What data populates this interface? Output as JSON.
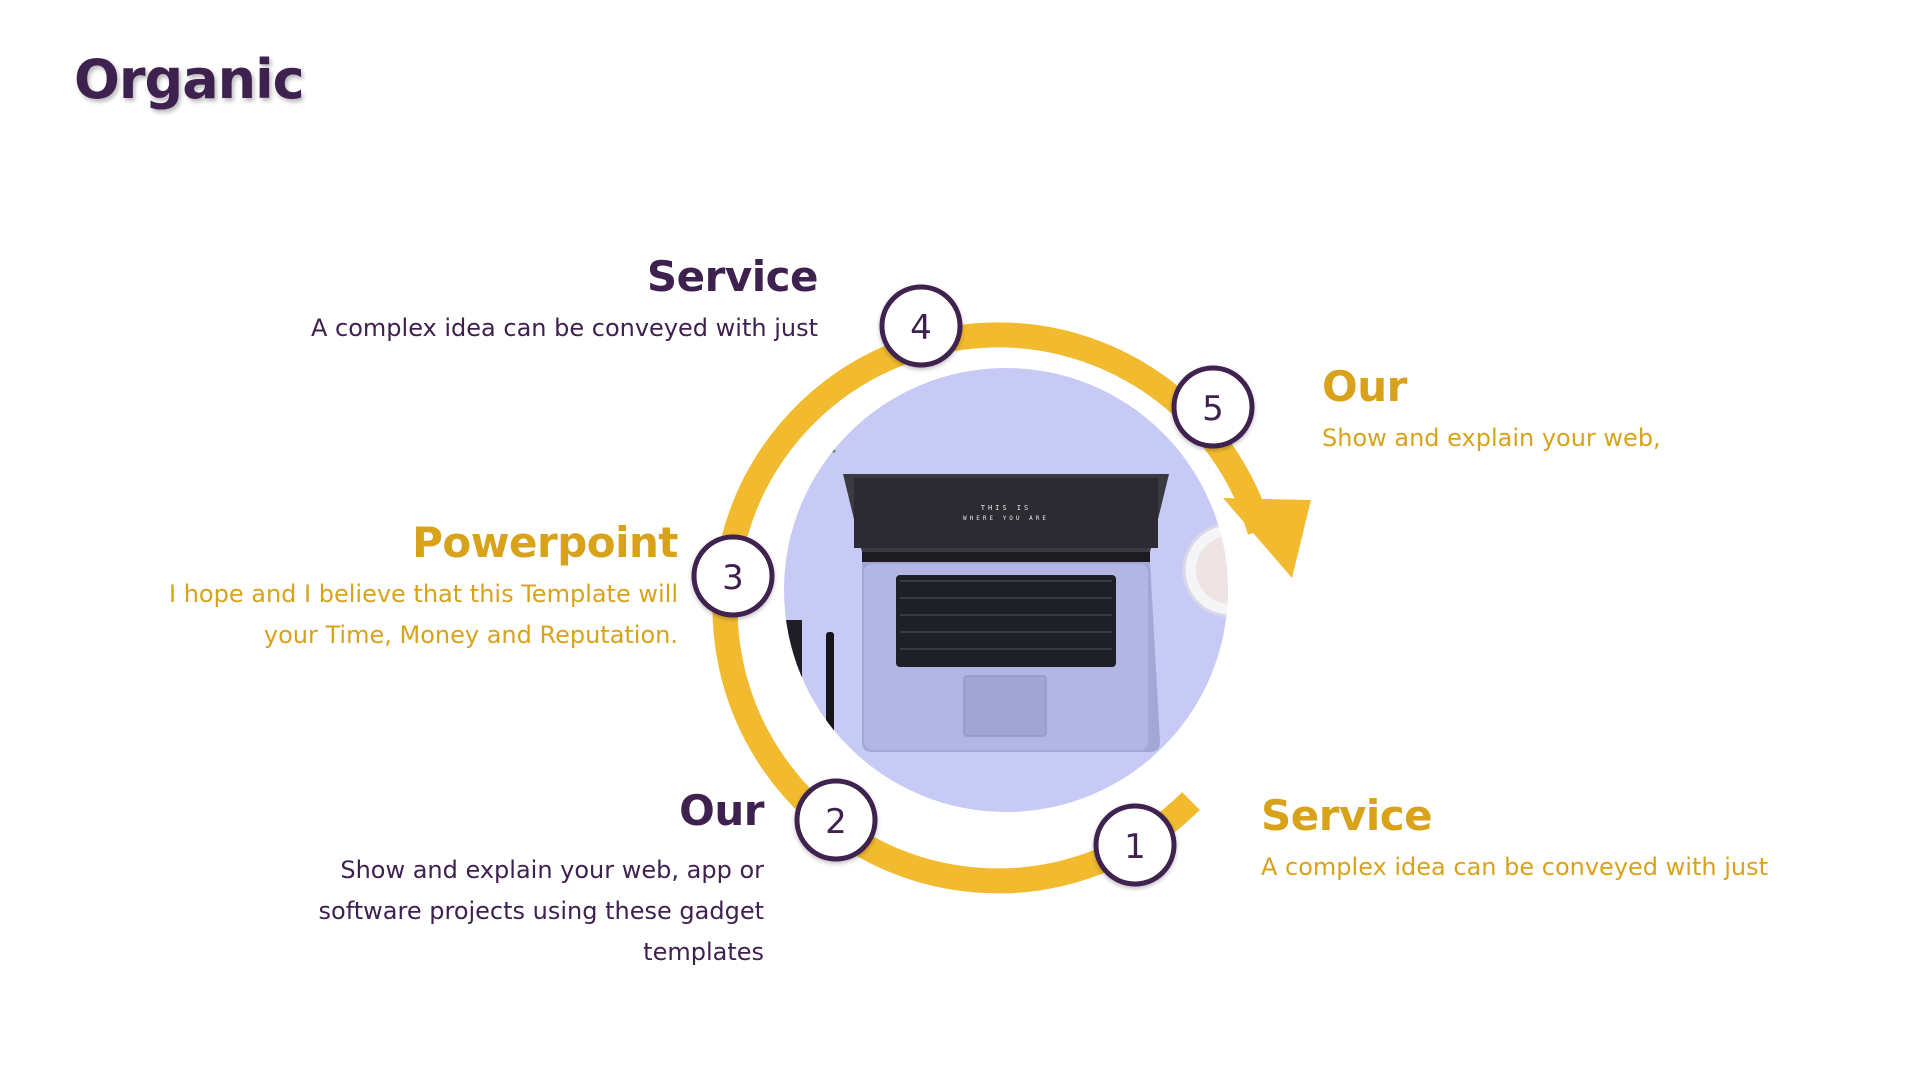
{
  "title": "Organic",
  "colors": {
    "purple": "#3f2150",
    "gold": "#f2bb2f",
    "gold_text": "#d9a21b",
    "photo_bg": "#c7caf5"
  },
  "steps": [
    {
      "number": "1",
      "heading": "Service",
      "text": [
        "A complex idea can be conveyed with just"
      ]
    },
    {
      "number": "2",
      "heading": "Our",
      "text": [
        "Show and explain your  web, app or",
        "software  projects using these  gadget",
        "templates"
      ]
    },
    {
      "number": "3",
      "heading": "Powerpoint",
      "text": [
        "I hope and I believe that this Template will",
        "your Time, Money and Reputation."
      ]
    },
    {
      "number": "4",
      "heading": "Service",
      "text": [
        "A complex idea can be conveyed with just"
      ]
    },
    {
      "number": "5",
      "heading": "Our",
      "text": [
        "Show and explain your  web,"
      ]
    }
  ],
  "center_image": {
    "icon": "laptop-icon",
    "screen_text": [
      "THIS IS",
      "WHERE YOU ARE"
    ]
  }
}
